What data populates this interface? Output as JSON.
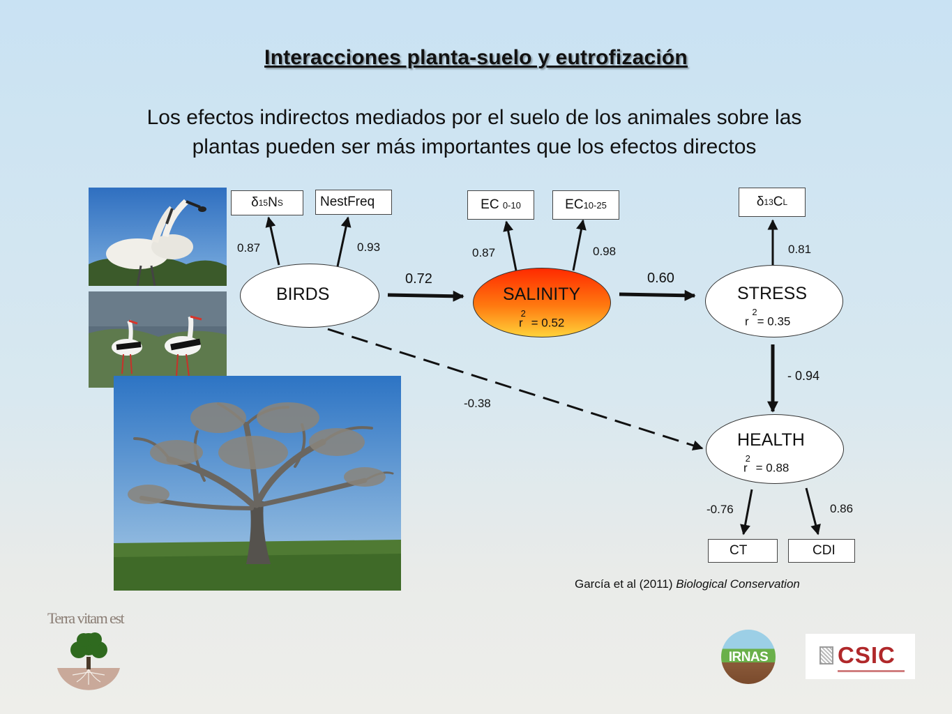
{
  "slide": {
    "title": "Interacciones planta-suelo y eutrofización",
    "subtitle_line1": "Los efectos indirectos mediados por el suelo de los animales sobre las",
    "subtitle_line2": "plantas pueden ser más importantes que los efectos directos"
  },
  "diagram": {
    "nodes": {
      "birds": {
        "label": "BIRDS"
      },
      "salinity": {
        "label": "SALINITY",
        "r2_prefix": "r",
        "r2_exp": "2",
        "r2_value": "= 0.52"
      },
      "stress": {
        "label": "STRESS",
        "r2_prefix": "r",
        "r2_exp": "2",
        "r2_value": "= 0.35"
      },
      "health": {
        "label": "HEALTH",
        "r2_prefix": "r",
        "r2_exp": "2",
        "r2_value": "= 0.88"
      }
    },
    "indicators": {
      "d15n": {
        "main": "δ",
        "sup": "15",
        "mid": "N",
        "sub": "S"
      },
      "nestfreq": {
        "label": "NestFreq"
      },
      "ec010": {
        "main": "EC",
        "sub": "0-10"
      },
      "ec1025": {
        "main": "EC",
        "sub": "10-25"
      },
      "d13c": {
        "main": "δ",
        "sup": "13",
        "mid": "C",
        "sub": "L"
      },
      "ct": {
        "label": "CT"
      },
      "cdi": {
        "label": "CDI"
      }
    },
    "coefficients": {
      "birds_d15n": "0.87",
      "birds_nestfreq": "0.93",
      "salinity_ec010": "0.87",
      "salinity_ec1025": "0.98",
      "stress_d13c": "0.81",
      "birds_salinity": "0.72",
      "salinity_stress": "0.60",
      "stress_health": "- 0.94",
      "birds_health": "-0.38",
      "health_ct": "-0.76",
      "health_cdi": "0.86"
    }
  },
  "citation": {
    "authors": "García et al (2011) ",
    "journal": "Biological Conservation"
  },
  "logos": {
    "left_text": "Terra vitam est",
    "irnas": "IRNAS",
    "csic": "CSIC"
  },
  "colors": {
    "salinity_gradient_top": "#ff2a00",
    "salinity_gradient_bottom": "#ffd23a",
    "csic_red": "#b0282a"
  }
}
